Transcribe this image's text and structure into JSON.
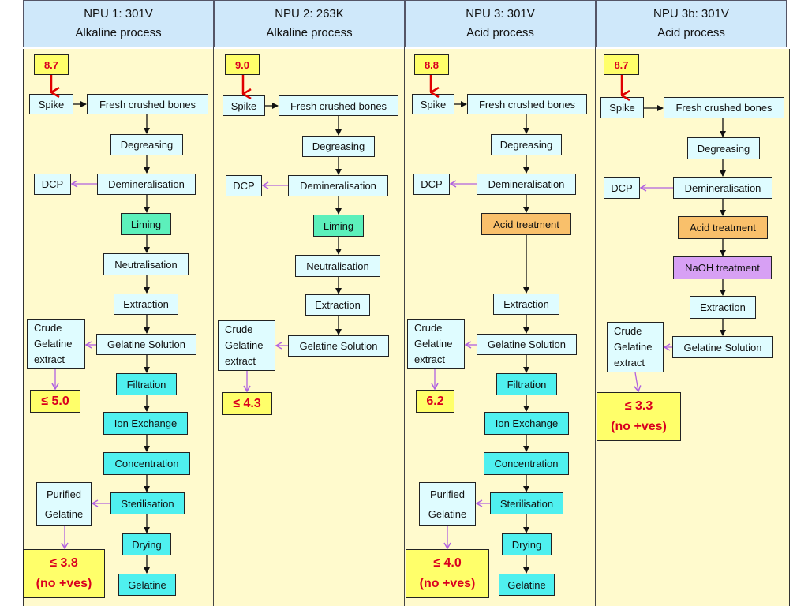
{
  "columns": [
    {
      "title": "NPU 1: 301V",
      "process": "Alkaline process",
      "spike_value": "8.7",
      "spike": "Spike",
      "steps": [
        "Fresh crushed bones",
        "Degreasing",
        "Demineralisation",
        "Liming",
        "Neutralisation",
        "Extraction",
        "Gelatine Solution",
        "Filtration",
        "Ion Exchange",
        "Concentration",
        "Sterilisation",
        "Drying",
        "Gelatine"
      ],
      "dcp": "DCP",
      "crude": "Crude Gelatine extract",
      "crude_result": "≤ 5.0",
      "purified": "Purified Gelatine",
      "purified_result": "≤ 3.8",
      "purified_result_note": "(no +ves)"
    },
    {
      "title": "NPU 2: 263K",
      "process": "Alkaline process",
      "spike_value": "9.0",
      "spike": "Spike",
      "steps": [
        "Fresh crushed bones",
        "Degreasing",
        "Demineralisation",
        "Liming",
        "Neutralisation",
        "Extraction",
        "Gelatine Solution"
      ],
      "dcp": "DCP",
      "crude": "Crude Gelatine extract",
      "crude_result": "≤ 4.3"
    },
    {
      "title": "NPU 3: 301V",
      "process": "Acid process",
      "spike_value": "8.8",
      "spike": "Spike",
      "steps": [
        "Fresh crushed bones",
        "Degreasing",
        "Demineralisation",
        "Acid treatment",
        "Extraction",
        "Gelatine Solution",
        "Filtration",
        "Ion Exchange",
        "Concentration",
        "Sterilisation",
        "Drying",
        "Gelatine"
      ],
      "dcp": "DCP",
      "crude": "Crude Gelatine extract",
      "crude_result": "6.2",
      "purified": "Purified Gelatine",
      "purified_result": "≤ 4.0",
      "purified_result_note": "(no +ves)"
    },
    {
      "title": "NPU 3b: 301V",
      "process": "Acid process",
      "spike_value": "8.7",
      "spike": "Spike",
      "steps": [
        "Fresh crushed bones",
        "Degreasing",
        "Demineralisation",
        "Acid treatment",
        "NaOH treatment",
        "Extraction",
        "Gelatine Solution"
      ],
      "dcp": "DCP",
      "crude": "Crude Gelatine extract",
      "crude_result": "≤ 3.3",
      "crude_result_note": "(no +ves)"
    }
  ],
  "colors": {
    "background": "#fffacd",
    "header": "#cfe8fa",
    "step_light": "#dffcff",
    "step_teal": "#4ff0ef",
    "liming": "#5cf0bb",
    "acid": "#f9c06b",
    "naoh": "#d7a0f4",
    "result": "#ffff6a",
    "spike_arrow": "#e00000",
    "side_arrow": "#b060e0"
  }
}
